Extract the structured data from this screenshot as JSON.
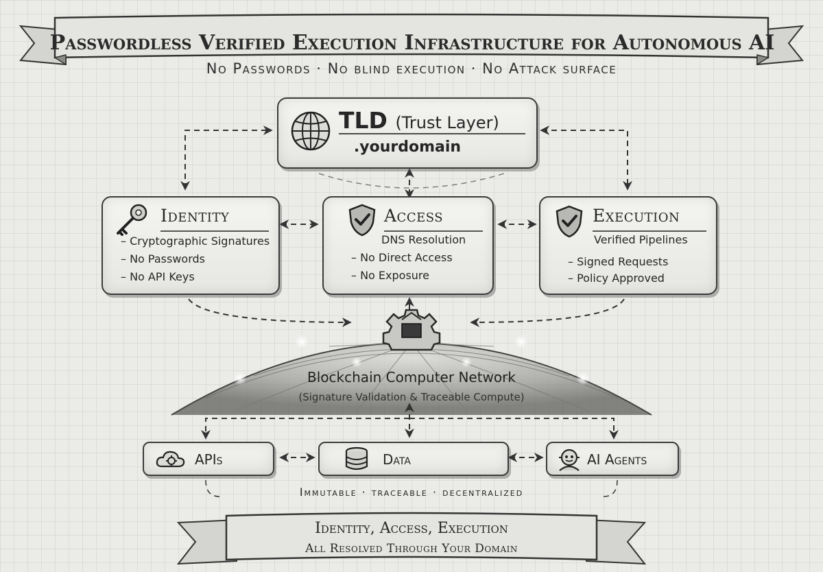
{
  "header": {
    "title": "Passwordless Verified Execution Infrastructure for Autonomous AI",
    "subtitle": "No Passwords · No blind execution · No Attack surface"
  },
  "trust_layer": {
    "title": "TLD",
    "subtitle": "(Trust Layer)",
    "domain": ".yourdomain",
    "icon": "globe-icon"
  },
  "pillars": {
    "identity": {
      "title": "Identity",
      "icon": "key-icon",
      "items": [
        "– Cryptographic Signatures",
        "– No Passwords",
        "– No API Keys"
      ]
    },
    "access": {
      "title": "Access",
      "icon": "shield-check-icon",
      "items": [
        "DNS Resolution",
        "– No Direct Access",
        "– No Exposure"
      ]
    },
    "execution": {
      "title": "Execution",
      "icon": "shield-check-icon",
      "items": [
        "Verified Pipelines",
        "– Signed Requests",
        "– Policy Approved"
      ]
    }
  },
  "network": {
    "title": "Blockchain Computer Network",
    "subtitle": "(Signature Validation & Traceable Compute)",
    "icon": "gear-chip-icon"
  },
  "resources": {
    "apis": {
      "label": "APIs",
      "icon": "cloud-gear-icon"
    },
    "data": {
      "label": "Data",
      "icon": "database-icon"
    },
    "agents": {
      "label": "AI Agents",
      "icon": "robot-icon"
    }
  },
  "properties": "Immutable · traceable · decentralized",
  "footer": {
    "line1": "Identity, Access, Execution",
    "line2": "All Resolved Through Your Domain"
  },
  "colors": {
    "background": "#ebebe8",
    "ink": "#262626",
    "card": "#eeeeea"
  }
}
